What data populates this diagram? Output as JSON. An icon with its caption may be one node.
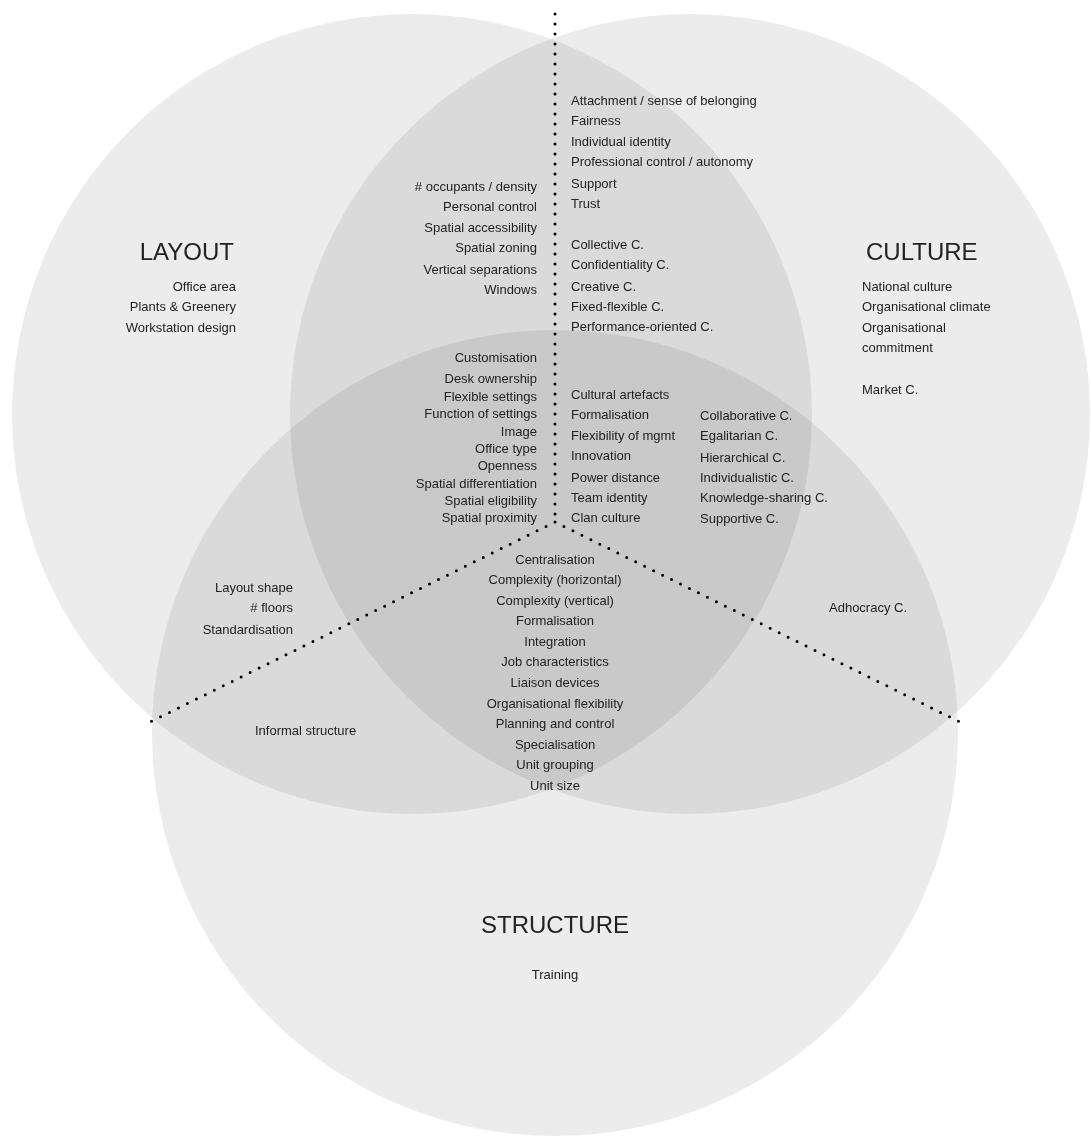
{
  "diagram": {
    "nodes": [
      {
        "text": [
          "LAYOUT",
          "Office area",
          "Plants & Greenery",
          "Workstation design"
        ]
      },
      {
        "text": [
          "CULTURE",
          "National culture",
          "Organisational climate",
          "Organisational commitment",
          "Market C."
        ]
      },
      {
        "text": [
          "STRUCTURE",
          "Training"
        ]
      }
    ],
    "labels": [
      "# occupants / density",
      "Personal control",
      "Spatial accessibility",
      "Spatial zoning",
      "Vertical separations",
      "Windows",
      "Attachment / sense of belonging",
      "Fairness",
      "Individual identity",
      "Professional control / autonomy",
      "Support",
      "Trust",
      "Collective C.",
      "Confidentiality C.",
      "Creative C.",
      "Fixed-flexible C.",
      "Performance-oriented C.",
      "Customisation",
      "Desk ownership",
      "Flexible settings",
      "Function of settings",
      "Image",
      "Office type",
      "Openness",
      "Spatial differentiation",
      "Spatial eligibility",
      "Spatial proximity",
      "Cultural artefacts",
      "Formalisation",
      "Flexibility of mgmt",
      "Innovation",
      "Power distance",
      "Team identity",
      "Clan culture",
      "Collaborative C.",
      "Egalitarian C.",
      "Hierarchical C.",
      "Individualistic C.",
      "Knowledge-sharing C.",
      "Supportive C.",
      "Centralisation",
      "Complexity (horizontal)",
      "Complexity (vertical)",
      "Formalisation",
      "Integration",
      "Job characteristics",
      "Liaison devices",
      "Organisational flexibility",
      "Planning and control",
      "Specialisation",
      "Unit grouping",
      "Unit size",
      "Layout shape",
      "# floors",
      "Standardisation",
      "Informal structure",
      "Adhocracy C."
    ]
  }
}
